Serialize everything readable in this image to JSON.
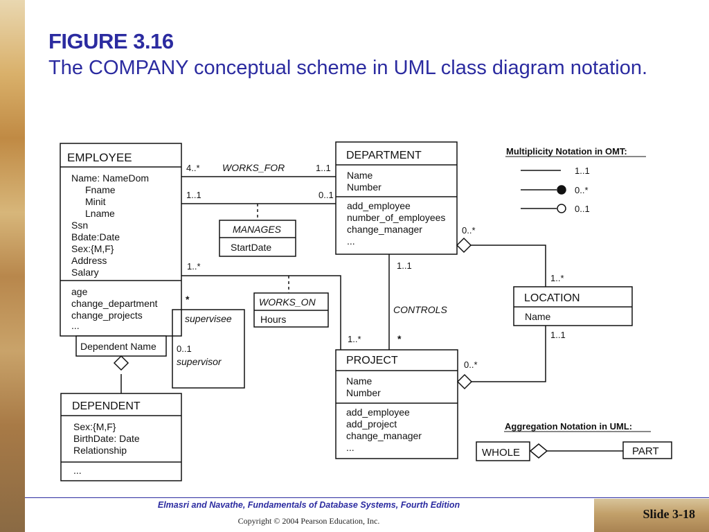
{
  "slide": {
    "title": "FIGURE 3.16",
    "subtitle": "The COMPANY conceptual scheme in UML class diagram notation."
  },
  "diagram": {
    "classes": {
      "employee": {
        "name": "EMPLOYEE",
        "attributes": [
          "Name: NameDom",
          "Fname",
          "Minit",
          "Lname",
          "Ssn",
          "Bdate:Date",
          "Sex:{M,F}",
          "Address",
          "Salary"
        ],
        "operations": [
          "age",
          "change_department",
          "change_projects",
          "..."
        ]
      },
      "department": {
        "name": "DEPARTMENT",
        "attributes": [
          "Name",
          "Number"
        ],
        "operations": [
          "add_employee",
          "number_of_employees",
          "change_manager",
          "..."
        ]
      },
      "project": {
        "name": "PROJECT",
        "attributes": [
          "Name",
          "Number"
        ],
        "operations": [
          "add_employee",
          "add_project",
          "change_manager",
          "..."
        ]
      },
      "location": {
        "name": "LOCATION",
        "attributes": [
          "Name"
        ]
      },
      "dependent": {
        "name": "DEPENDENT",
        "attributes": [
          "Sex:{M,F}",
          "BirthDate: Date",
          "Relationship"
        ],
        "operations": [
          "..."
        ]
      }
    },
    "qualifier": "Dependent Name",
    "association_classes": {
      "manages": {
        "name": "MANAGES",
        "attribute": "StartDate"
      },
      "works_on": {
        "name": "WORKS_ON",
        "attribute": "Hours"
      }
    },
    "associations": {
      "works_for": "WORKS_FOR",
      "controls": "CONTROLS"
    },
    "multiplicities": {
      "works_for_employee": "4..*",
      "works_for_department": "1..1",
      "manages_employee": "1..1",
      "manages_department": "0..1",
      "works_on_employee": "1..*",
      "works_on_project": "1..*",
      "supervision_star": "*",
      "supervision_one": "0..1",
      "controls_department": "1..1",
      "controls_project": "*",
      "dept_location_dept": "0..*",
      "dept_location_loc": "1..*",
      "proj_location_proj": "0..*",
      "proj_location_loc": "1..1"
    },
    "roles": {
      "supervisee": "supervisee",
      "supervisor": "supervisor"
    },
    "omt_legend": {
      "title": "Multiplicity Notation in OMT:",
      "items": [
        "1..1",
        "0..*",
        "0..1"
      ]
    },
    "aggregation_legend": {
      "title": "Aggregation Notation in UML:",
      "whole": "WHOLE",
      "part": "PART"
    }
  },
  "footer": {
    "credit": "Elmasri and Navathe, Fundamentals of Database Systems,",
    "edition": "Fourth Edition",
    "copyright": "Copyright © 2004 Pearson Education, Inc.",
    "slide_number": "Slide 3-18"
  }
}
